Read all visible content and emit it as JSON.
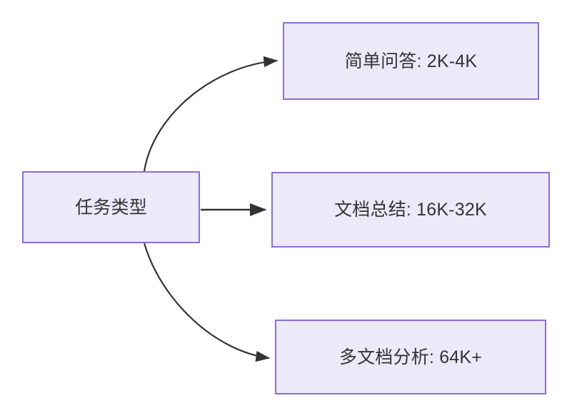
{
  "diagram": {
    "type": "flowchart",
    "direction": "left-to-right",
    "background_color": "#ffffff",
    "node_fill_color": "#ece9f9",
    "node_border_color": "#8b6fd4",
    "node_text_color": "#333333",
    "edge_color": "#333333",
    "root": {
      "id": "root",
      "label": "任务类型"
    },
    "branches": [
      {
        "id": "simple-qa",
        "label": "简单问答: 2K-4K",
        "edge_style": "curved",
        "edge_direction": "up"
      },
      {
        "id": "doc-summary",
        "label": "文档总结: 16K-32K",
        "edge_style": "straight",
        "edge_direction": "right"
      },
      {
        "id": "multi-doc",
        "label": "多文档分析: 64K+",
        "edge_style": "curved",
        "edge_direction": "down"
      }
    ]
  }
}
